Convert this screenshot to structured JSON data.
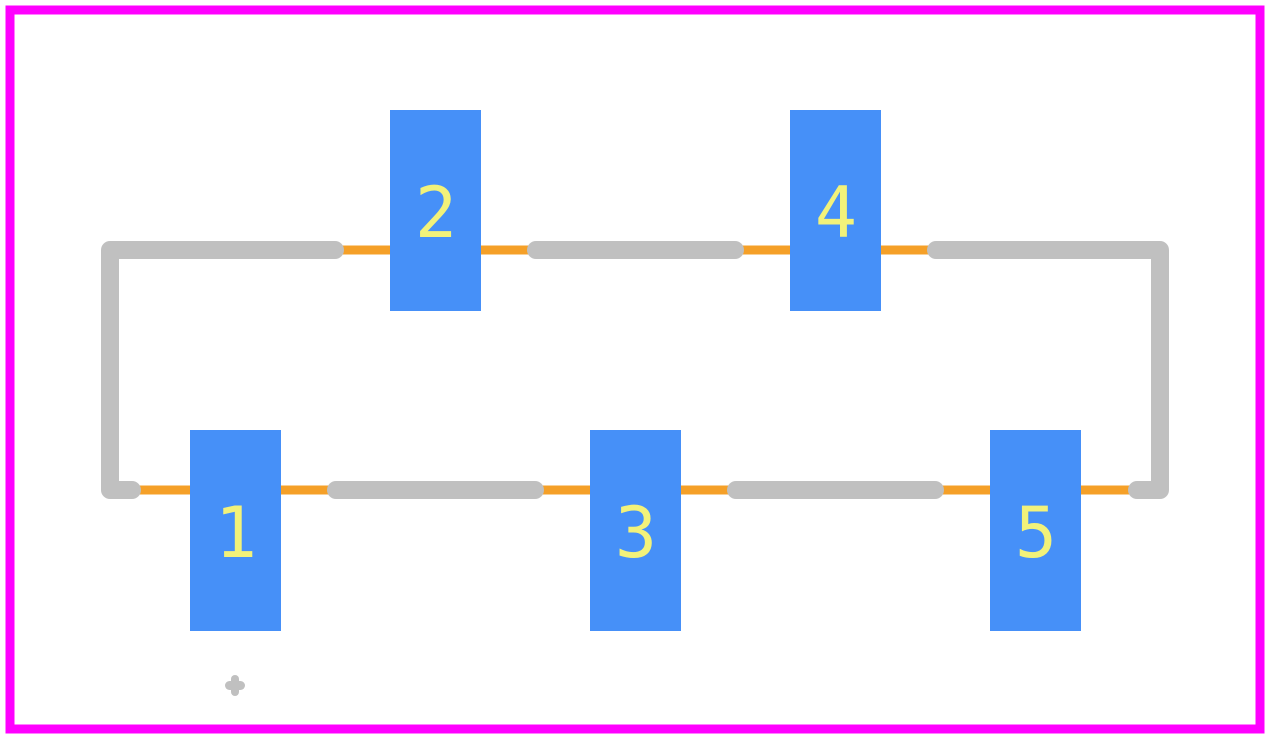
{
  "colors": {
    "background": "#ffffff",
    "board_outline": "#ff00ff",
    "silkscreen": "#c0c0c0",
    "pad": "#4690f8",
    "pad_label": "#f2f27a",
    "trace": "#f5a028"
  },
  "pads": [
    {
      "id": "pad-1",
      "label": "1"
    },
    {
      "id": "pad-2",
      "label": "2"
    },
    {
      "id": "pad-3",
      "label": "3"
    },
    {
      "id": "pad-4",
      "label": "4"
    },
    {
      "id": "pad-5",
      "label": "5"
    }
  ],
  "icons": {
    "origin_marker": "origin-cross-icon"
  }
}
